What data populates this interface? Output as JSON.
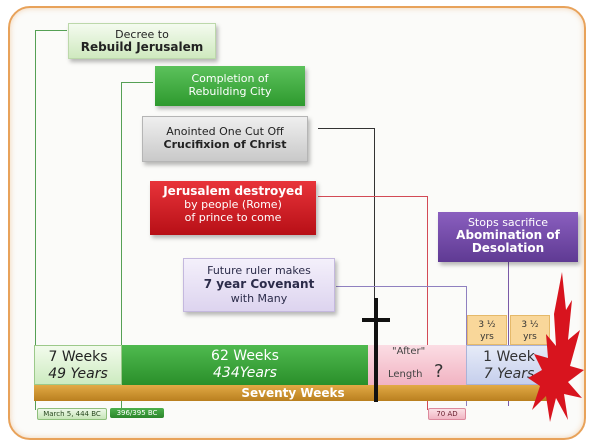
{
  "events": {
    "decree": {
      "line1": "Decree to",
      "line2": "Rebuild Jerusalem"
    },
    "completion": {
      "line1": "Completion of",
      "line2": "Rebuilding City"
    },
    "anointed": {
      "line1": "Anointed One Cut Off",
      "line2": "Crucifixion of Christ"
    },
    "destroyed": {
      "line1": "Jerusalem destroyed",
      "line2": "by people (Rome)",
      "line3": "of prince to come"
    },
    "ruler": {
      "line1": "Future ruler makes",
      "line2": "7 year Covenant",
      "line3": "with Many"
    },
    "sacrifice": {
      "line1": "Stops sacrifice",
      "line2": "Abomination of",
      "line3": "Desolation"
    }
  },
  "timeline": {
    "seven_weeks": {
      "weeks": "7 Weeks",
      "years": "49 Years"
    },
    "sixty_two_weeks": {
      "weeks": "62 Weeks",
      "years": "434Years"
    },
    "after": {
      "label": "\"After\"",
      "length": "Length",
      "question": "?"
    },
    "one_week": {
      "weeks": "1 Week",
      "years": "7 Years"
    },
    "half1": {
      "top": "3 ½",
      "bottom": "yrs"
    },
    "half2": {
      "top": "3 ½",
      "bottom": "yrs"
    },
    "seventy_weeks": "Seventy Weeks"
  },
  "dates": {
    "start": "March 5, 444 BC",
    "mid": "396/395 BC",
    "ad70": "70 AD"
  },
  "colors": {
    "frame": "#e8a25a",
    "green": "#2e9a2e",
    "red": "#c41a20",
    "purple": "#5f3a93",
    "bar": "#c8902a"
  }
}
